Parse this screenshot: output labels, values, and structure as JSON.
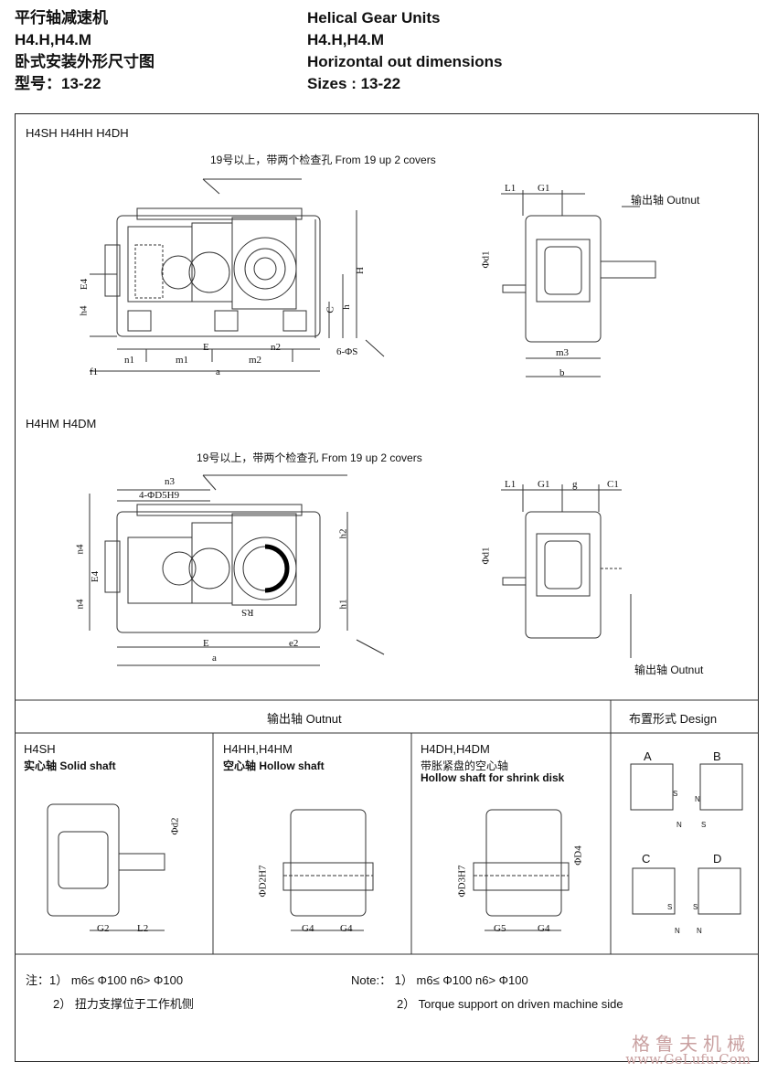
{
  "header": {
    "cn": [
      "平行轴减速机",
      "H4.H,H4.M",
      "卧式安装外形尺寸图",
      "型号：13-22"
    ],
    "en": [
      "Helical Gear Units",
      "H4.H,H4.M",
      "Horizontal out dimensions",
      "Sizes : 13-22"
    ]
  },
  "top_view": {
    "title": "H4SH  H4HH  H4DH",
    "note": "19号以上，带两个检查孔  From 19 up 2 covers",
    "dims": [
      "L1",
      "G1",
      "Φd1",
      "E4",
      "h4",
      "C",
      "h",
      "H",
      "n1",
      "m1",
      "E",
      "m2",
      "n2",
      "6-ΦS",
      "f1",
      "a",
      "m3",
      "b"
    ],
    "output_label": "输出轴  Outnut"
  },
  "mid_view": {
    "title": "H4HM  H4DM",
    "note": "19号以上，带两个检查孔  From 19 up 2 covers",
    "dims": [
      "n3",
      "4-ΦD5H9",
      "n4",
      "E4",
      "n4",
      "h2",
      "h1",
      "RS",
      "E",
      "e2",
      "a",
      "L1",
      "G1",
      "g",
      "C1",
      "Φd1"
    ],
    "output_label": "输出轴  Outnut"
  },
  "table": {
    "col1_header": "输出轴  Outnut",
    "col2_header": "布置形式  Design",
    "solid": {
      "code": "H4SH",
      "name": "实心轴  Solid shaft",
      "dims": [
        "Φd2",
        "G2",
        "L2"
      ]
    },
    "hollow": {
      "code": "H4HH,H4HM",
      "name": "空心轴  Hollow shaft",
      "dims": [
        "ΦD2H7",
        "G4",
        "G4"
      ]
    },
    "shrink": {
      "code": "H4DH,H4DM",
      "name_cn": "带胀紧盘的空心轴",
      "name_en": "Hollow shaft for shrink disk",
      "dims": [
        "ΦD4",
        "ΦD3H7",
        "G5",
        "G4"
      ]
    },
    "designs": [
      "A",
      "B",
      "C",
      "D"
    ],
    "design_marks": [
      "S",
      "N",
      "N",
      "S",
      "N",
      "S",
      "S",
      "N"
    ]
  },
  "notes": {
    "cn1": "注：1） m6≤ Φ100  n6> Φ100",
    "cn2": "2） 扭力支撑位于工作机侧",
    "en1": "Note:： 1） m6≤ Φ100  n6> Φ100",
    "en2": "2） Torque support on driven machine side"
  },
  "watermark": {
    "cn": "格鲁夫机械",
    "url": "www.GeLufu.Com"
  }
}
